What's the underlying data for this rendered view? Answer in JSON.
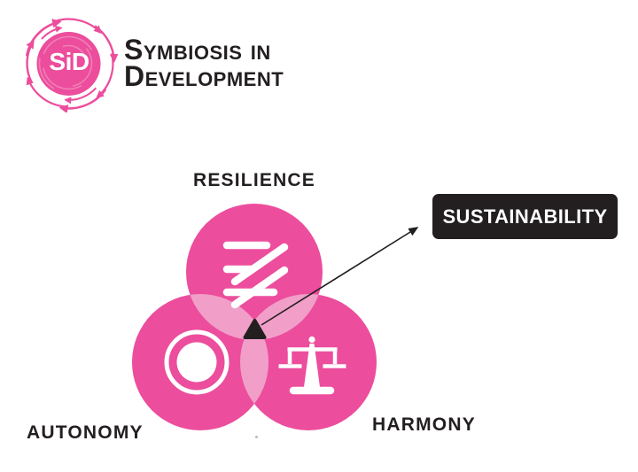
{
  "colors": {
    "brand_pink": "#EC4D9C",
    "overlap_pink": "#F19FC9",
    "ink": "#231F20",
    "white": "#FFFFFF"
  },
  "logo": {
    "monogram": "SiD",
    "brand_line1": "Symbiosis in",
    "brand_line2": "Development",
    "icon": "sid-swirl-logo"
  },
  "diagram": {
    "type": "venn-3",
    "circles": [
      {
        "label": "RESILIENCE",
        "icon": "spring-icon"
      },
      {
        "label": "AUTONOMY",
        "icon": "ring-icon"
      },
      {
        "label": "HARMONY",
        "icon": "balance-scale-icon"
      }
    ],
    "center_pointer_icon": "triangle-pointer-icon",
    "callout": {
      "label": "SUSTAINABILITY",
      "connector": "arrow-icon"
    }
  }
}
